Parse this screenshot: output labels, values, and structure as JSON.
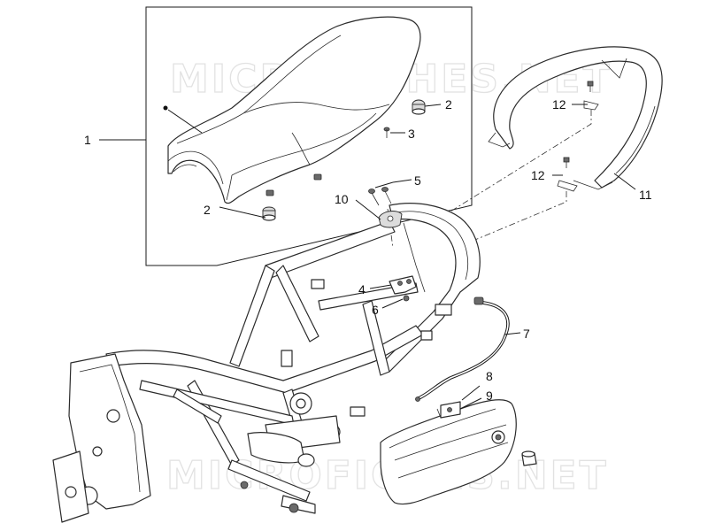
{
  "watermark": {
    "top": "MICROFICHES.NET",
    "bottom": "MICROFICHES.NET"
  },
  "callouts": {
    "c1": "1",
    "c2a": "2",
    "c2b": "2",
    "c3": "3",
    "c4": "4",
    "c5": "5",
    "c6": "6",
    "c7": "7",
    "c8": "8",
    "c9": "9",
    "c10": "10",
    "c11": "11",
    "c12a": "12",
    "c12b": "12"
  }
}
